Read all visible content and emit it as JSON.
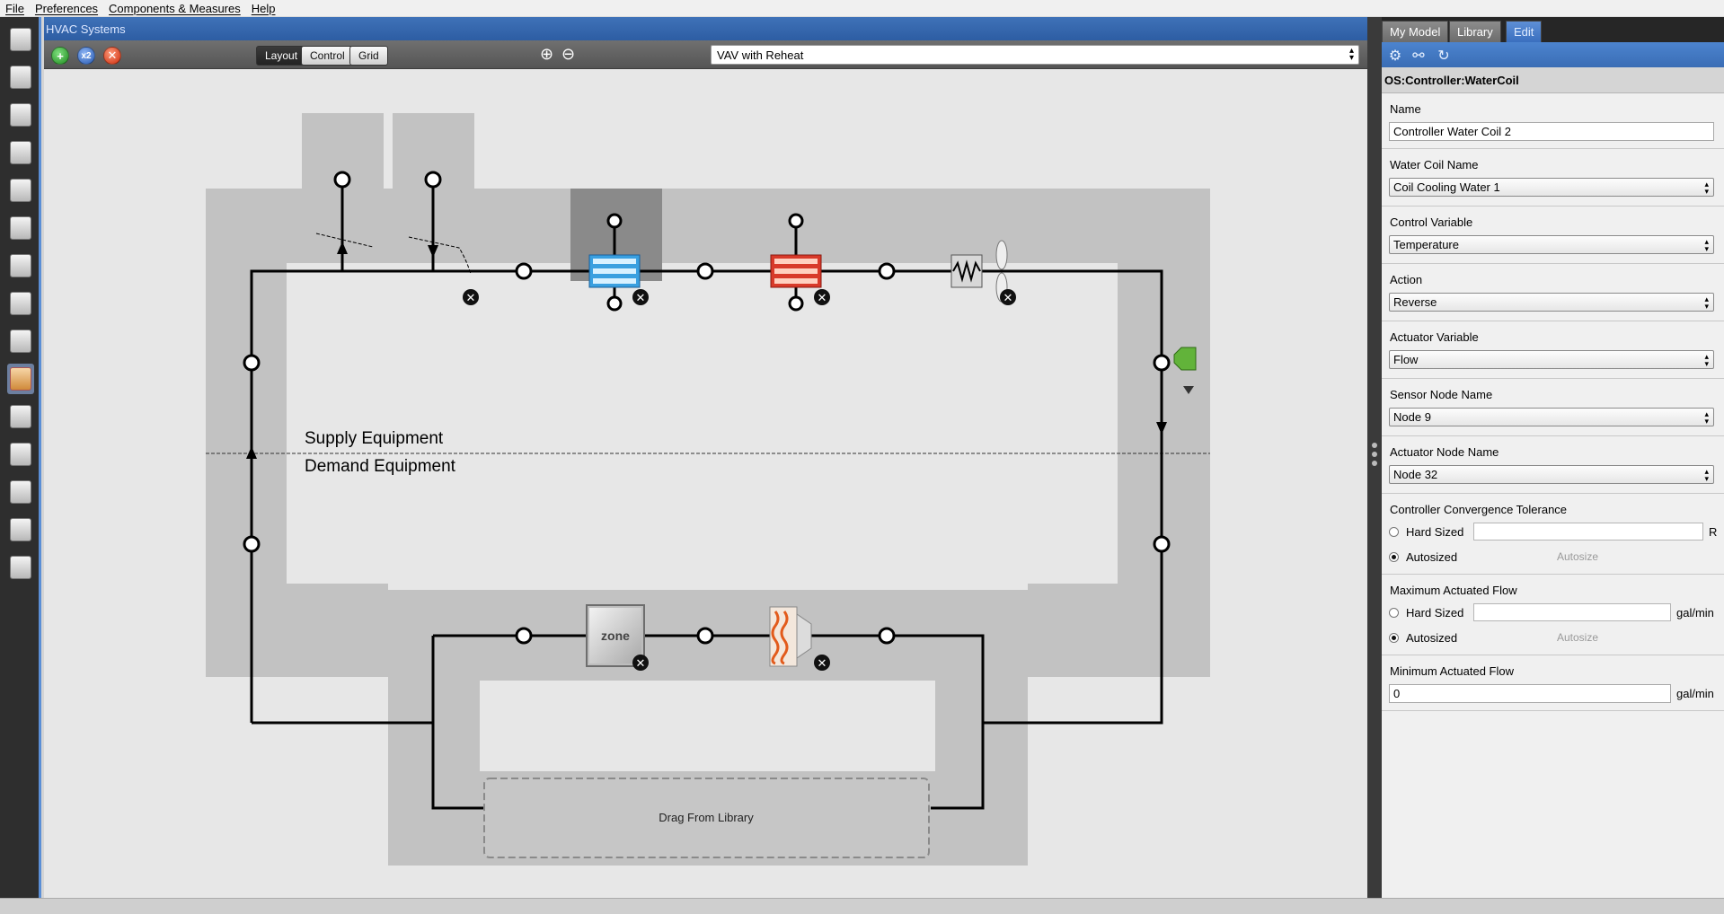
{
  "menubar": {
    "items": [
      "File",
      "Preferences",
      "Components & Measures",
      "Help"
    ]
  },
  "left_toolbar": {
    "items": [
      {
        "name": "site-tab-icon"
      },
      {
        "name": "schedules-tab-icon"
      },
      {
        "name": "constructions-tab-icon"
      },
      {
        "name": "loads-tab-icon"
      },
      {
        "name": "space-types-tab-icon"
      },
      {
        "name": "geometry-tab-icon"
      },
      {
        "name": "facility-tab-icon"
      },
      {
        "name": "spaces-tab-icon"
      },
      {
        "name": "thermal-zones-tab-icon"
      },
      {
        "name": "hvac-systems-tab-icon",
        "active": true
      },
      {
        "name": "variables-tab-icon"
      },
      {
        "name": "simulation-settings-tab-icon"
      },
      {
        "name": "scripts-tab-icon"
      },
      {
        "name": "run-simulation-tab-icon"
      },
      {
        "name": "results-summary-tab-icon"
      }
    ]
  },
  "main": {
    "title": "HVAC Systems",
    "toolbar": {
      "add_icon": "plus-icon",
      "copy_label": "x2",
      "delete_icon": "x-icon",
      "tabs": [
        "Layout",
        "Control",
        "Grid"
      ],
      "active_tab": "Layout",
      "system_select": "VAV with Reheat"
    },
    "diagram": {
      "supply_label": "Supply Equipment",
      "demand_label": "Demand Equipment",
      "zone_label": "zone",
      "drop_zone_label": "Drag From Library"
    }
  },
  "right_panel": {
    "tabs": [
      "My Model",
      "Library",
      "Edit"
    ],
    "active_tab": "Edit",
    "object_type": "OS:Controller:WaterCoil",
    "fields": {
      "name": {
        "label": "Name",
        "value": "Controller Water Coil 2"
      },
      "water_coil_name": {
        "label": "Water Coil Name",
        "value": "Coil Cooling Water 1"
      },
      "control_variable": {
        "label": "Control Variable",
        "value": "Temperature"
      },
      "action": {
        "label": "Action",
        "value": "Reverse"
      },
      "actuator_variable": {
        "label": "Actuator Variable",
        "value": "Flow"
      },
      "sensor_node_name": {
        "label": "Sensor Node Name",
        "value": "Node 9"
      },
      "actuator_node_name": {
        "label": "Actuator Node Name",
        "value": "Node 32"
      },
      "convergence_tolerance": {
        "label": "Controller Convergence Tolerance",
        "hard_sized": "Hard Sized",
        "autosized": "Autosized",
        "autosize_placeholder": "Autosize",
        "unit": "R"
      },
      "max_actuated_flow": {
        "label": "Maximum Actuated Flow",
        "hard_sized": "Hard Sized",
        "autosized": "Autosized",
        "autosize_placeholder": "Autosize",
        "unit": "gal/min"
      },
      "min_actuated_flow": {
        "label": "Minimum Actuated Flow",
        "value": "0",
        "unit": "gal/min"
      }
    }
  }
}
